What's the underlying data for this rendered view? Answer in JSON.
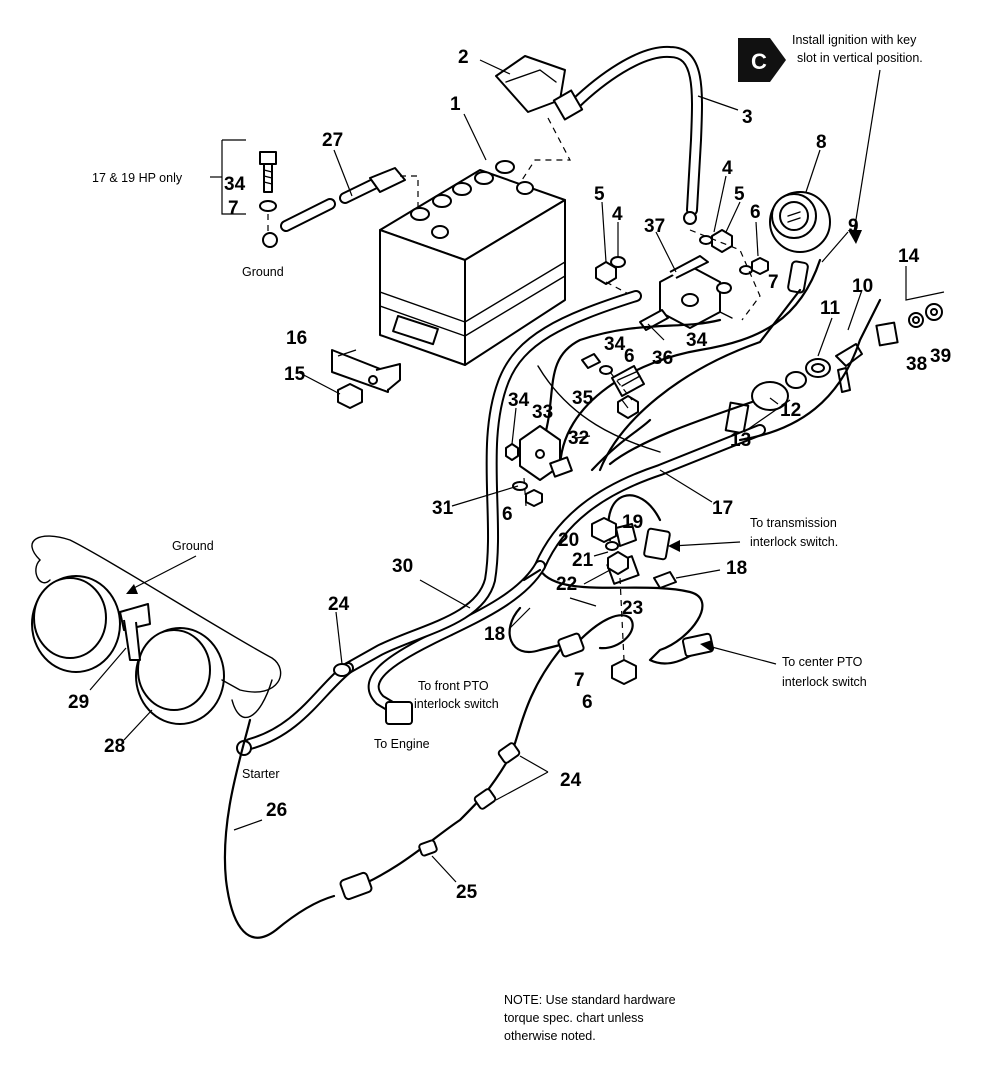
{
  "instruction": {
    "badge": "C",
    "line1": "Install ignition with key",
    "line2": "slot in vertical position."
  },
  "labels": {
    "hp_only": "17 & 19 HP only",
    "ground_battery": "Ground",
    "ground_lights": "Ground",
    "starter": "Starter",
    "to_engine": "To Engine",
    "front_pto_1": "To front PTO",
    "front_pto_2": "interlock switch",
    "transmission_1": "To transmission",
    "transmission_2": "interlock switch.",
    "center_pto_1": "To center PTO",
    "center_pto_2": "interlock switch"
  },
  "note": {
    "line1": "NOTE: Use standard hardware",
    "line2": "torque spec. chart unless",
    "line3": "otherwise noted."
  },
  "callouts": {
    "c1": "1",
    "c2": "2",
    "c3": "3",
    "c4a": "4",
    "c4b": "4",
    "c5a": "5",
    "c5b": "5",
    "c6a": "6",
    "c6b": "6",
    "c6c": "6",
    "c6d": "6",
    "c7a": "7",
    "c7b": "7",
    "c7c": "7",
    "c8": "8",
    "c9": "9",
    "c10": "10",
    "c11": "11",
    "c12": "12",
    "c13": "13",
    "c14": "14",
    "c15": "15",
    "c16": "16",
    "c17": "17",
    "c18a": "18",
    "c18b": "18",
    "c19": "19",
    "c20": "20",
    "c21": "21",
    "c22": "22",
    "c23": "23",
    "c24a": "24",
    "c24b": "24",
    "c25": "25",
    "c26": "26",
    "c27": "27",
    "c28": "28",
    "c29": "29",
    "c30": "30",
    "c31": "31",
    "c32": "32",
    "c33": "33",
    "c34a": "34",
    "c34b": "34",
    "c34c": "34",
    "c34d": "34",
    "c35": "35",
    "c36": "36",
    "c37": "37",
    "c38": "38",
    "c39": "39"
  }
}
